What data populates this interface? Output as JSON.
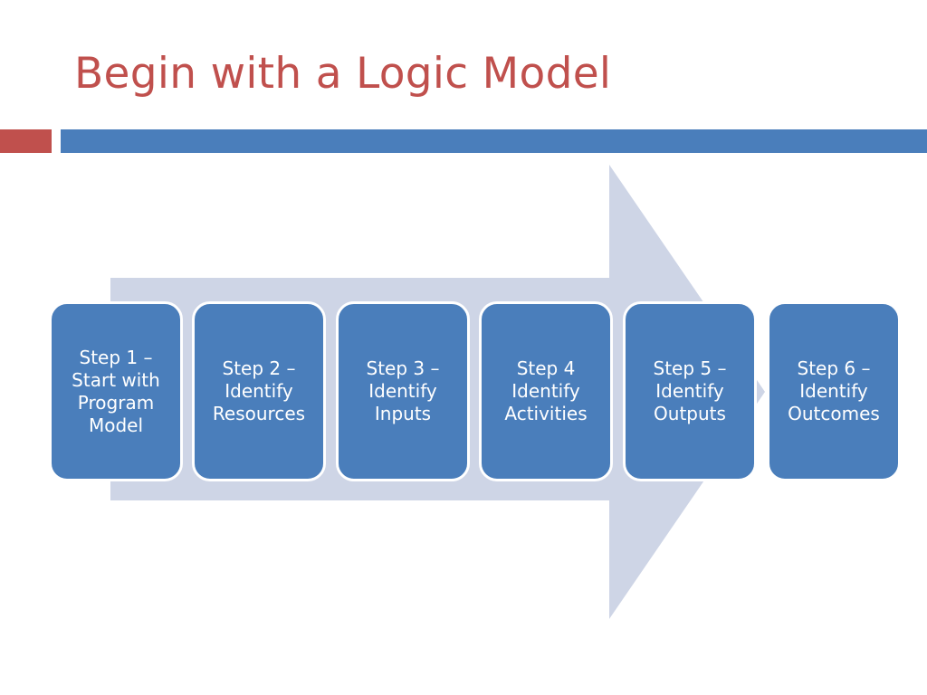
{
  "slide": {
    "title": "Begin with a Logic Model",
    "background_color": "#ffffff",
    "accent_red": "#c0504d",
    "accent_blue": "#4a7ebb",
    "arrow_fill": "#ced5e6",
    "box_text_color": "#ffffff",
    "box_border_color": "#ffffff"
  },
  "divider": {
    "accent_label": "divider-accent",
    "bar_label": "divider-bar"
  },
  "arrow": {
    "name": "right-arrow-process",
    "direction": "right"
  },
  "steps": [
    {
      "id": 1,
      "label": "Step 1 –\nStart with\nProgram\nModel"
    },
    {
      "id": 2,
      "label": "Step 2 –\nIdentify\nResources"
    },
    {
      "id": 3,
      "label": "Step 3 –\nIdentify\nInputs"
    },
    {
      "id": 4,
      "label": "Step 4\nIdentify\nActivities"
    },
    {
      "id": 5,
      "label": "Step 5 –\nIdentify\nOutputs"
    },
    {
      "id": 6,
      "label": "Step 6 –\nIdentify\nOutcomes"
    }
  ]
}
